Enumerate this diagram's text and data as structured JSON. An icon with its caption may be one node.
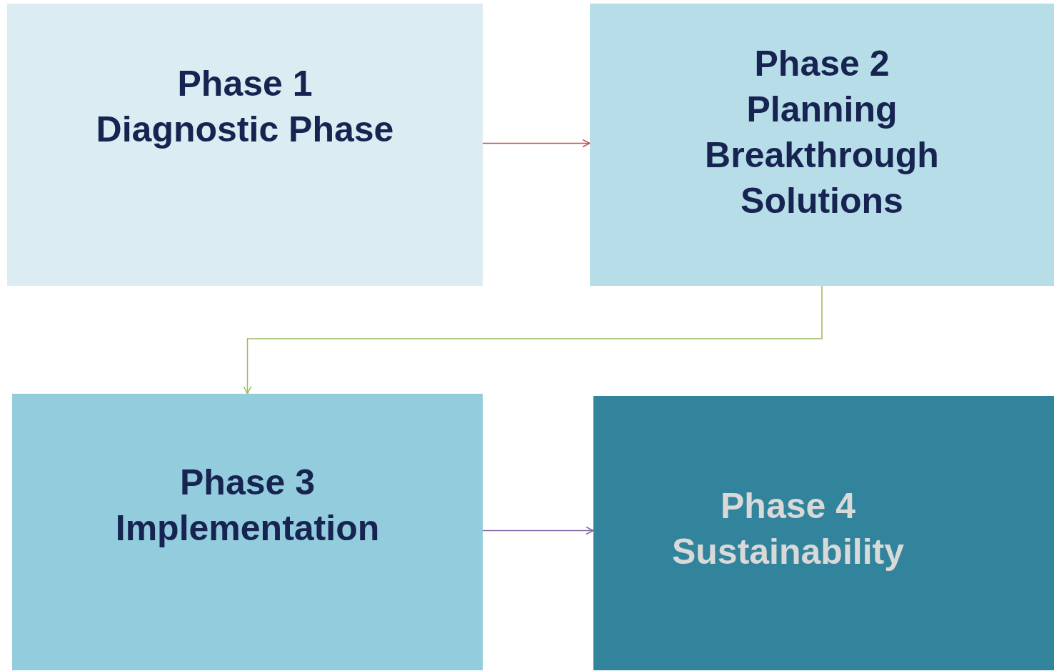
{
  "diagram": {
    "nodes": [
      {
        "text": [
          "Phase 1",
          "Diagnostic Phase"
        ]
      },
      {
        "text": [
          "Phase 2",
          "Planning Breakthrough Solutions"
        ]
      },
      {
        "text": [
          "Phase 3",
          "Implementation"
        ]
      },
      {
        "text": [
          "Phase 4",
          "Sustainability"
        ]
      }
    ],
    "edges": [
      {
        "from": 0,
        "to": 1,
        "arrow": "to",
        "color": "#c0504d"
      },
      {
        "from": 1,
        "to": 2,
        "arrow": "to",
        "color": "#9bbb59"
      },
      {
        "from": 2,
        "to": 3,
        "arrow": "to",
        "color": "#8064a2"
      }
    ]
  }
}
